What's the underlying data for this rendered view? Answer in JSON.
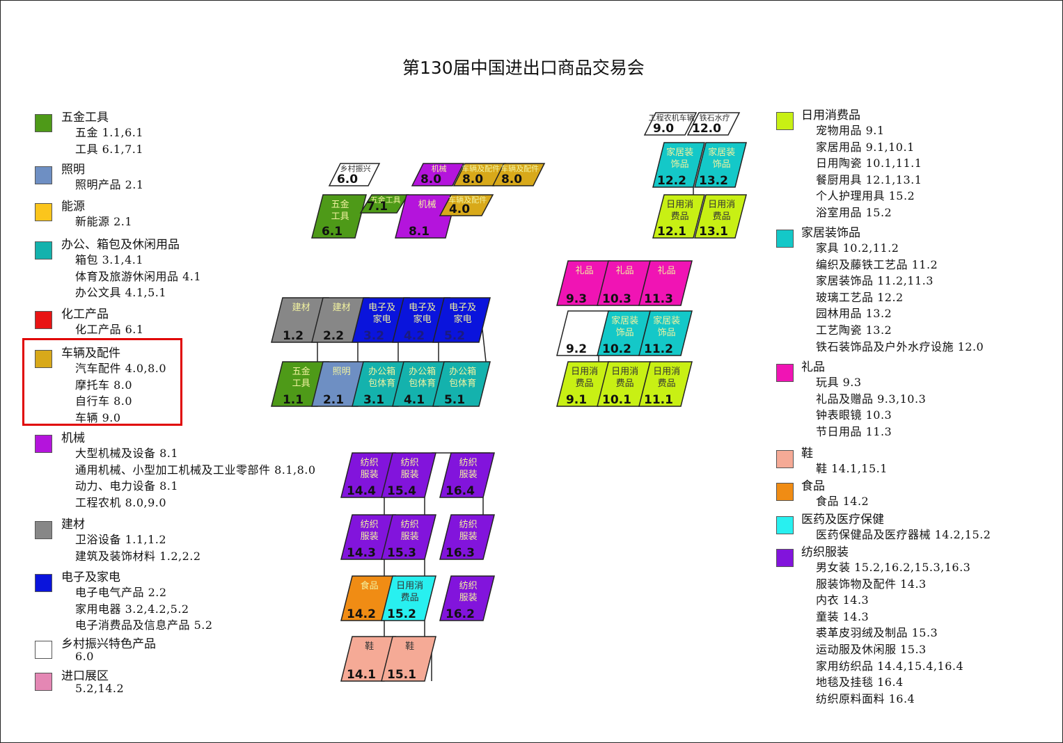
{
  "title": "第130届中国进出口商品交易会",
  "legend_left": [
    {
      "color": "#4e9a18",
      "name": "五金工具",
      "items": [
        "五金 1.1,6.1",
        "工具 6.1,7.1"
      ]
    },
    {
      "color": "#6e8fc3",
      "name": "照明",
      "items": [
        "照明产品 2.1"
      ]
    },
    {
      "color": "#fbc51c",
      "name": "能源",
      "items": [
        "新能源 2.1"
      ]
    },
    {
      "color": "#14b2ad",
      "name": "办公、箱包及休闲用品",
      "items": [
        "箱包 3.1,4.1",
        "体育及旅游休闲用品 4.1",
        "办公文具 4.1,5.1"
      ]
    },
    {
      "color": "#e81414",
      "name": "化工产品",
      "items": [
        "化工产品 6.1"
      ]
    },
    {
      "color": "#d8a91a",
      "name": "车辆及配件",
      "items": [
        "汽车配件 4.0,8.0",
        "摩托车 8.0",
        "自行车 8.0",
        "车辆 9.0"
      ]
    },
    {
      "color": "#b414dc",
      "name": "机械",
      "items": [
        "大型机械及设备 8.1",
        "通用机械、小型加工机械及工业零部件 8.1,8.0",
        "动力、电力设备 8.1",
        "工程农机 8.0,9.0"
      ]
    },
    {
      "color": "#878787",
      "name": "建材",
      "items": [
        "卫浴设备 1.1,1.2",
        "建筑及装饰材料 1.2,2.2"
      ]
    },
    {
      "color": "#0a14dc",
      "name": "电子及家电",
      "items": [
        "电子电气产品 2.2",
        "家用电器 3.2,4.2,5.2",
        "电子消费品及信息产品 5.2"
      ]
    },
    {
      "color": "#ffffff",
      "name": "乡村振兴特色产品",
      "items": [
        "6.0"
      ]
    },
    {
      "color": "#e487b4",
      "name": "进口展区",
      "items": [
        "5.2,14.2"
      ]
    }
  ],
  "legend_right": [
    {
      "color": "#c8f014",
      "name": "日用消费品",
      "items": [
        "宠物用品 9.1",
        "家居用品 9.1,10.1",
        "日用陶瓷 10.1,11.1",
        "餐厨用具 12.1,13.1",
        "个人护理用具 15.2",
        "浴室用品 15.2"
      ]
    },
    {
      "color": "#14c8c8",
      "name": "家居装饰品",
      "items": [
        "家具 10.2,11.2",
        "编织及藤铁工艺品 11.2",
        "家居装饰品 11.2,11.3",
        "玻璃工艺品 12.2",
        "园林用品 13.2",
        "工艺陶瓷 13.2",
        "铁石装饰品及户外水疗设施 12.0"
      ]
    },
    {
      "color": "#f014b4",
      "name": "礼品",
      "items": [
        "玩具 9.3",
        "礼品及赠品 9.3,10.3",
        "钟表眼镜 10.3",
        "节日用品 11.3"
      ]
    },
    {
      "color": "#f5aa96",
      "name": "鞋",
      "items": [
        "鞋 14.1,15.1"
      ]
    },
    {
      "color": "#f08c14",
      "name": "食品",
      "items": [
        "食品 14.2"
      ]
    },
    {
      "color": "#28f0f0",
      "name": "医药及医疗保健",
      "items": [
        "医药保健品及医疗器械 14.2,15.2"
      ]
    },
    {
      "color": "#8214dc",
      "name": "纺织服装",
      "items": [
        "男女装 15.2,16.2,15.3,16.3",
        "服装饰物及配件 14.3",
        "内衣 14.3",
        "童装 14.3",
        "裘革皮羽绒及制品 15.3",
        "运动服及休闲服 15.3",
        "家用纺织品 14.4,15.4,16.4",
        "地毯及挂毯 16.4",
        "纺织原料面料 16.4"
      ]
    }
  ],
  "halls": [
    {
      "id": "6.0",
      "label": "乡村振兴",
      "color": "#ffffff"
    },
    {
      "id": "8.0",
      "label": "机械",
      "color": "#b414dc"
    },
    {
      "id": "8.0",
      "label": "车辆及配件",
      "color": "#d8a91a"
    },
    {
      "id": "8.0",
      "label": "车辆及配件",
      "color": "#d8a91a"
    },
    {
      "id": "6.1",
      "label": "五金工具",
      "color": "#4e9a18"
    },
    {
      "id": "7.1",
      "label": "五金工具",
      "color": "#4e9a18"
    },
    {
      "id": "8.1",
      "label": "机械",
      "color": "#b414dc"
    },
    {
      "id": "4.0",
      "label": "车辆及配件",
      "color": "#d8a91a"
    },
    {
      "id": "9.0",
      "label": "工程农机车辆",
      "color": "#ffffff"
    },
    {
      "id": "12.0",
      "label": "铁石水疗",
      "color": "#ffffff"
    },
    {
      "id": "12.2",
      "label": "家居装饰品",
      "color": "#14c8c8"
    },
    {
      "id": "13.2",
      "label": "家居装饰品",
      "color": "#14c8c8"
    },
    {
      "id": "12.1",
      "label": "日用消费品",
      "color": "#c8f014"
    },
    {
      "id": "13.1",
      "label": "日用消费品",
      "color": "#c8f014"
    },
    {
      "id": "1.2",
      "label": "建材",
      "color": "#878787"
    },
    {
      "id": "2.2",
      "label": "建材",
      "color": "#878787"
    },
    {
      "id": "3.2",
      "label": "电子及家电",
      "color": "#0a14dc"
    },
    {
      "id": "4.2",
      "label": "电子及家电",
      "color": "#0a14dc"
    },
    {
      "id": "5.2",
      "label": "电子及家电",
      "color": "#0a14dc"
    },
    {
      "id": "1.1",
      "label": "五金工具",
      "color": "#4e9a18"
    },
    {
      "id": "2.1",
      "label": "照明",
      "color": "#6e8fc3"
    },
    {
      "id": "3.1",
      "label": "办公箱包体育",
      "color": "#14b2ad"
    },
    {
      "id": "4.1",
      "label": "办公箱包体育",
      "color": "#14b2ad"
    },
    {
      "id": "5.1",
      "label": "办公箱包体育",
      "color": "#14b2ad"
    },
    {
      "id": "9.3",
      "label": "礼品",
      "color": "#f014b4"
    },
    {
      "id": "10.3",
      "label": "礼品",
      "color": "#f014b4"
    },
    {
      "id": "11.3",
      "label": "礼品",
      "color": "#f014b4"
    },
    {
      "id": "9.2",
      "label": "",
      "color": "#ffffff"
    },
    {
      "id": "10.2",
      "label": "家居装饰品",
      "color": "#14c8c8"
    },
    {
      "id": "11.2",
      "label": "家居装饰品",
      "color": "#14c8c8"
    },
    {
      "id": "9.1",
      "label": "日用消费品",
      "color": "#c8f014"
    },
    {
      "id": "10.1",
      "label": "日用消费品",
      "color": "#c8f014"
    },
    {
      "id": "11.1",
      "label": "日用消费品",
      "color": "#c8f014"
    },
    {
      "id": "14.4",
      "label": "纺织服装",
      "color": "#8214dc"
    },
    {
      "id": "15.4",
      "label": "纺织服装",
      "color": "#8214dc"
    },
    {
      "id": "16.4",
      "label": "纺织服装",
      "color": "#8214dc"
    },
    {
      "id": "14.3",
      "label": "纺织服装",
      "color": "#8214dc"
    },
    {
      "id": "15.3",
      "label": "纺织服装",
      "color": "#8214dc"
    },
    {
      "id": "16.3",
      "label": "纺织服装",
      "color": "#8214dc"
    },
    {
      "id": "14.2",
      "label": "食品",
      "color": "#f08c14"
    },
    {
      "id": "15.2",
      "label": "日用消费品",
      "color": "#28f0f0"
    },
    {
      "id": "16.2",
      "label": "纺织服装",
      "color": "#8214dc"
    },
    {
      "id": "14.1",
      "label": "鞋",
      "color": "#f5aa96"
    },
    {
      "id": "15.1",
      "label": "鞋",
      "color": "#f5aa96"
    }
  ]
}
